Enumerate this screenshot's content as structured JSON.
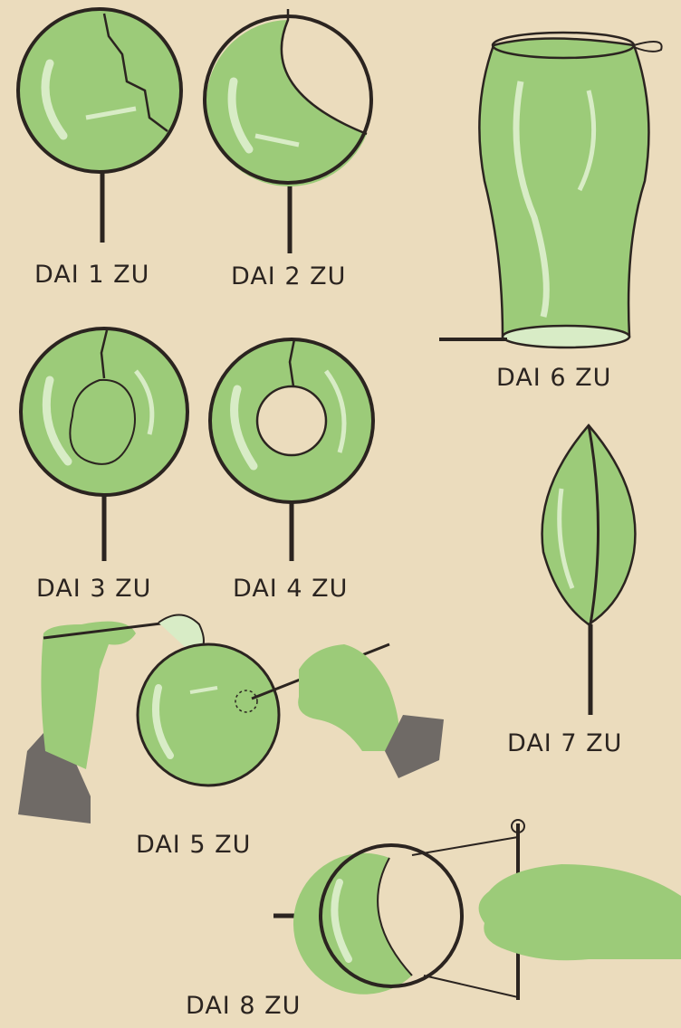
{
  "figures": [
    {
      "id": 1,
      "label": "DAI 1 ZU"
    },
    {
      "id": 2,
      "label": "DAI 2 ZU"
    },
    {
      "id": 3,
      "label": "DAI 3 ZU"
    },
    {
      "id": 4,
      "label": "DAI 4 ZU"
    },
    {
      "id": 5,
      "label": "DAI 5 ZU"
    },
    {
      "id": 6,
      "label": "DAI 6 ZU"
    },
    {
      "id": 7,
      "label": "DAI 7 ZU"
    },
    {
      "id": 8,
      "label": "DAI 8 ZU"
    }
  ],
  "colors": {
    "paper": "#ebdcbd",
    "film_green": "#9ccb79",
    "highlight": "#d8ecc6",
    "ink": "#2b2420",
    "sleeve": "#6f6a66"
  }
}
